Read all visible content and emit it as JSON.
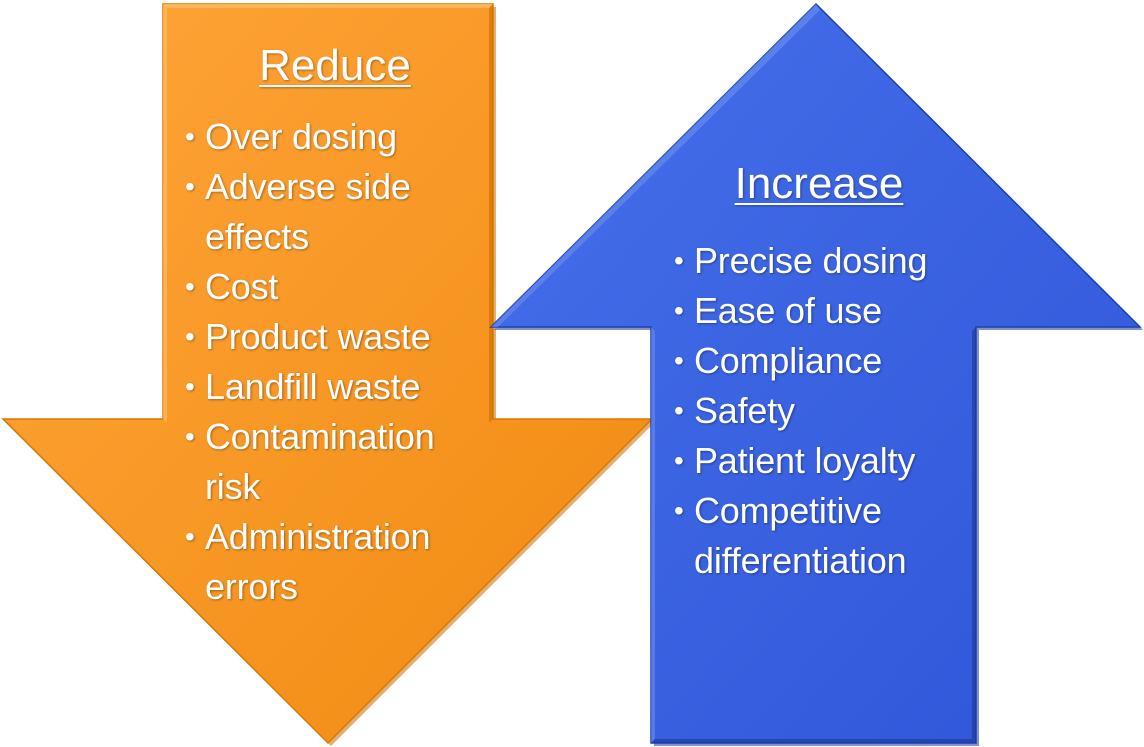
{
  "reduce": {
    "title": "Reduce",
    "color": "#f7931e",
    "items": [
      "Over dosing",
      "Adverse side effects",
      "Cost",
      "Product waste",
      "Landfill waste",
      "Contamination risk",
      "Administration errors"
    ],
    "direction": "down"
  },
  "increase": {
    "title": "Increase",
    "color": "#3a5fe0",
    "items": [
      "Precise dosing",
      "Ease of use",
      "Compliance",
      "Safety",
      "Patient loyalty",
      "Competitive differentiation"
    ],
    "direction": "up"
  }
}
